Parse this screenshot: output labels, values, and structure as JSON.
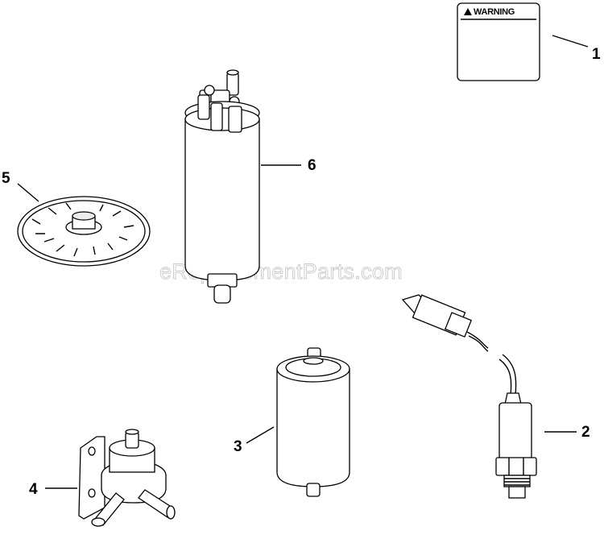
{
  "watermark": "eReplacementParts.com",
  "decal": {
    "text": "WARNING"
  },
  "callouts": [
    {
      "id": "decal-callout",
      "label": "1"
    },
    {
      "id": "sensor-callout",
      "label": "2"
    },
    {
      "id": "fuel-filter-callout",
      "label": "3"
    },
    {
      "id": "regulator-callout",
      "label": "4"
    },
    {
      "id": "strainer-callout",
      "label": "5"
    },
    {
      "id": "fuel-pump-callout",
      "label": "6"
    }
  ]
}
